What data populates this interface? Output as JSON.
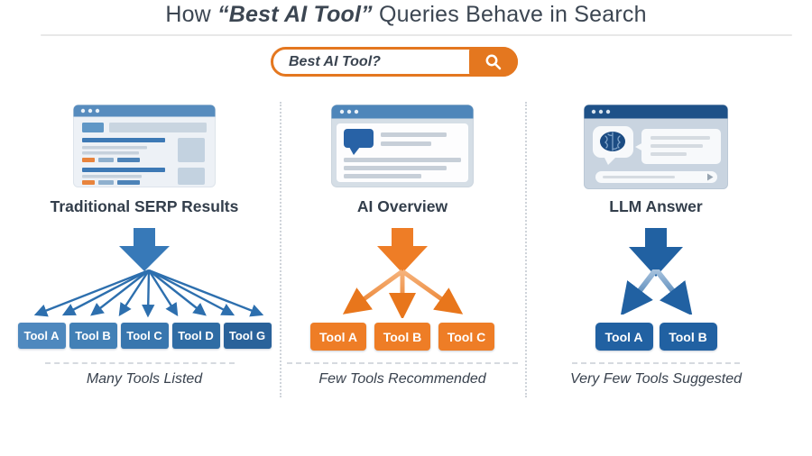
{
  "title": {
    "prefix": "How ",
    "highlight": "“Best AI Tool”",
    "suffix": " Queries Behave in Search"
  },
  "search": {
    "query": "Best AI Tool?"
  },
  "columns": [
    {
      "label": "Traditional SERP Results",
      "illustration": "browser-serp-results",
      "tools": [
        "Tool A",
        "Tool B",
        "Tool C",
        "Tool D",
        "Tool G"
      ],
      "fan_arrow_count": 9,
      "caption": "Many Tools Listed",
      "accent_color": "#3779B8"
    },
    {
      "label": "AI Overview",
      "illustration": "browser-ai-overview",
      "tools": [
        "Tool A",
        "Tool B",
        "Tool C"
      ],
      "fan_arrow_count": 3,
      "caption": "Few Tools Recommended",
      "accent_color": "#EE7D26"
    },
    {
      "label": "LLM Answer",
      "illustration": "chat-llm-answer",
      "tools": [
        "Tool A",
        "Tool B"
      ],
      "fan_arrow_count": 2,
      "caption": "Very Few Tools Suggested",
      "accent_color": "#2161A2"
    }
  ],
  "icons": {
    "search": "magnifying-glass",
    "window_controls": "three-dots",
    "speech_bubble": "speech-bubble",
    "brain": "brain",
    "send": "right-arrow"
  },
  "colors": {
    "orange": "#E4771F",
    "serp_blue": "#3779B8",
    "llm_dark_blue": "#2161A2",
    "heading_text": "#3C4652",
    "caption_text": "#39424E"
  }
}
